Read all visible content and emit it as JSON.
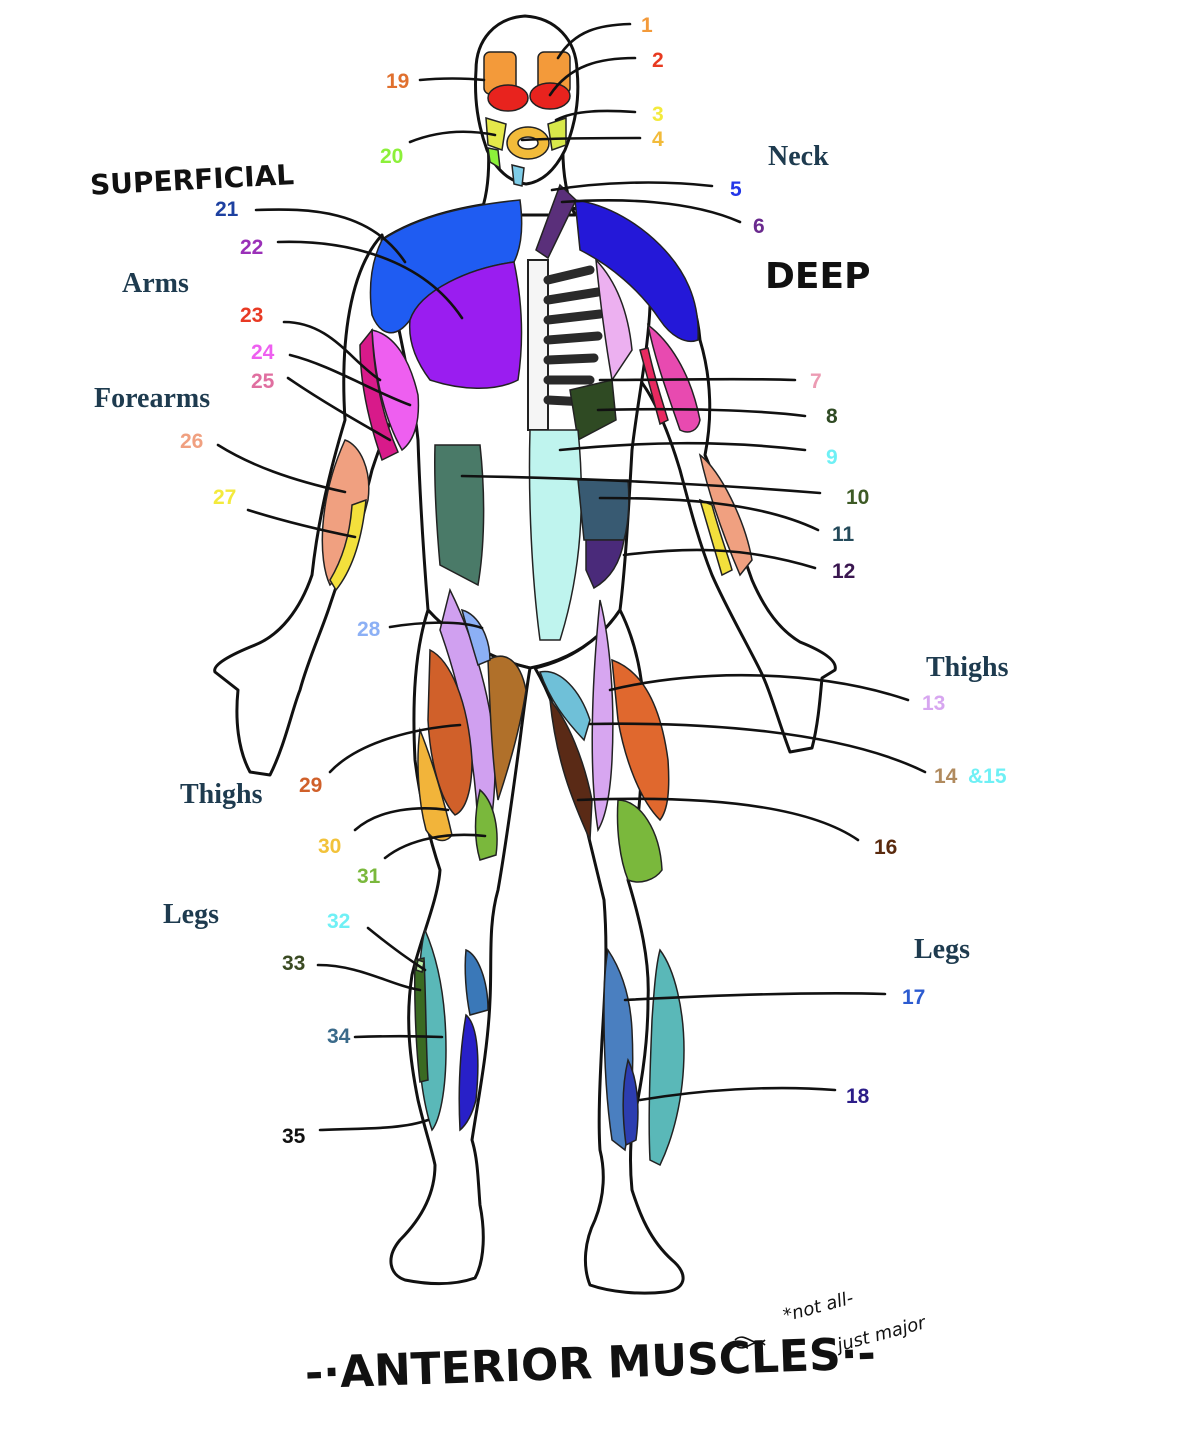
{
  "headings": {
    "superficial": "SUPERFICIAL",
    "deep": "DEEP",
    "title": "-·ANTERIOR MUSCLES·-",
    "note_line1": "*not all-",
    "note_line2": "just major"
  },
  "regions": {
    "neck": "Neck",
    "arms": "Arms",
    "forearms": "Forearms",
    "thighs_left": "Thighs",
    "thighs_right": "Thighs",
    "legs_left": "Legs",
    "legs_right": "Legs"
  },
  "labels": [
    {
      "text": "1",
      "color": "#f39a3a"
    },
    {
      "text": "2",
      "color": "#e83a20"
    },
    {
      "text": "3",
      "color": "#f3ea3c"
    },
    {
      "text": "4",
      "color": "#f2bb3a"
    },
    {
      "text": "5",
      "color": "#2336e8"
    },
    {
      "text": "6",
      "color": "#6a2a8e"
    },
    {
      "text": "7",
      "color": "#ec9bb3"
    },
    {
      "text": "8",
      "color": "#2f4a23"
    },
    {
      "text": "9",
      "color": "#6ff0f5"
    },
    {
      "text": "10",
      "color": "#3d5a25"
    },
    {
      "text": "11",
      "color": "#244a5a"
    },
    {
      "text": "12",
      "color": "#3a1650"
    },
    {
      "text": "13",
      "color": "#d7a6f0"
    },
    {
      "text": "14",
      "color": "#b08a5e"
    },
    {
      "text": "&15",
      "color": "#6ff0f5"
    },
    {
      "text": "16",
      "color": "#5a2a0e"
    },
    {
      "text": "17",
      "color": "#2c5bd0"
    },
    {
      "text": "18",
      "color": "#2c1d88"
    },
    {
      "text": "19",
      "color": "#e0702e"
    },
    {
      "text": "20",
      "color": "#8cf03a"
    },
    {
      "text": "21",
      "color": "#1d40a0"
    },
    {
      "text": "22",
      "color": "#9a30b8"
    },
    {
      "text": "23",
      "color": "#e83a24"
    },
    {
      "text": "24",
      "color": "#ee5ff0"
    },
    {
      "text": "25",
      "color": "#e06fa0"
    },
    {
      "text": "26",
      "color": "#f0a080"
    },
    {
      "text": "27",
      "color": "#f3ea3c"
    },
    {
      "text": "28",
      "color": "#8cb0f5"
    },
    {
      "text": "29",
      "color": "#d0602a"
    },
    {
      "text": "30",
      "color": "#f2c23a"
    },
    {
      "text": "31",
      "color": "#7ab83c"
    },
    {
      "text": "32",
      "color": "#6ff0f5"
    },
    {
      "text": "33",
      "color": "#3a4a22"
    },
    {
      "text": "34",
      "color": "#3a6a8a"
    },
    {
      "text": "35",
      "color": "#111111"
    }
  ]
}
